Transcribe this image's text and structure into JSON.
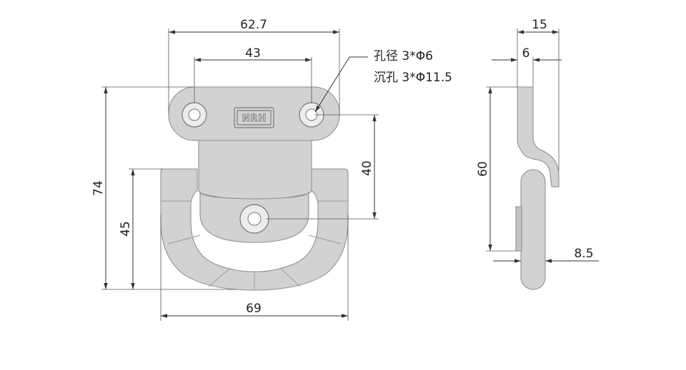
{
  "dimensions": {
    "plate_width": "62.7",
    "hole_spacing": "43",
    "total_height": "74",
    "ring_height": "45",
    "ring_width": "69",
    "center_hole_offset": "40",
    "side_total_depth": "15",
    "side_plate_thickness": "6",
    "side_height": "60",
    "ring_thickness": "8.5"
  },
  "notes": {
    "hole_diameter": "孔径 3*Φ6",
    "counterbore": "沉孔 3*Φ11.5"
  },
  "logo": {
    "text": "NRH"
  },
  "colors": {
    "part_fill": "#d2d2d2",
    "outline": "#8a8a8a",
    "dimension_line": "#333333"
  }
}
